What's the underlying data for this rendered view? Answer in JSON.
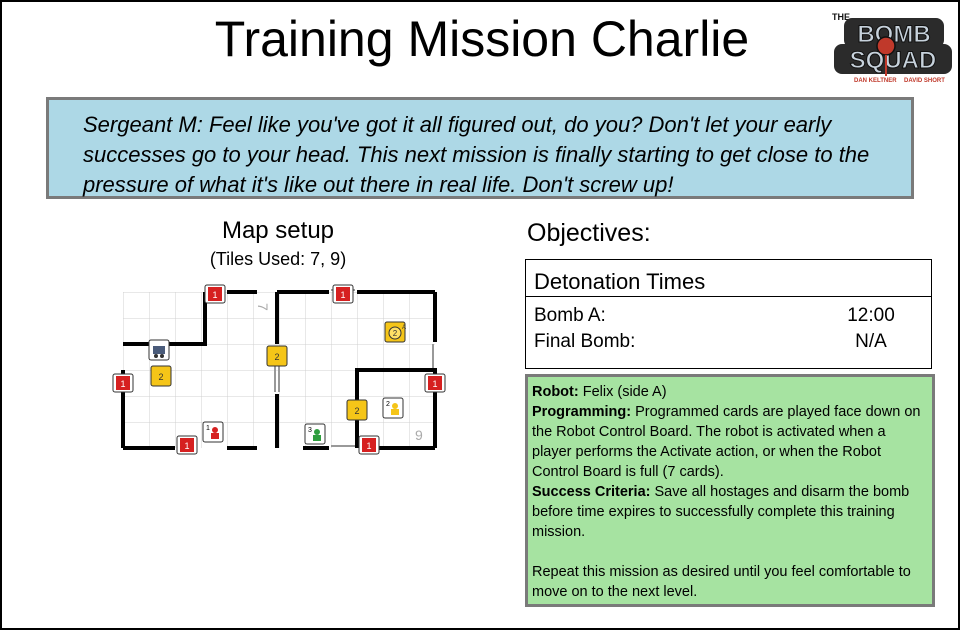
{
  "header": {
    "title": "Training Mission Charlie",
    "logo": {
      "top": "THE",
      "line1": "BOMB",
      "line2": "SQUAD",
      "credit_left": "DAN KELTNER",
      "credit_right": "DAVID SHORT"
    }
  },
  "quote": "Sergeant M: Feel like you've got it all figured out, do you? Don't let your early successes go to your head. This next mission is finally starting to get close to the pressure of what it's like out there in real life. Don't screw up!",
  "map": {
    "title": "Map setup",
    "tiles_used": "(Tiles Used: 7, 9)",
    "tile_numbers": [
      "7",
      "9"
    ],
    "door_token": "1",
    "hostage_numbers": [
      "1",
      "3",
      "2"
    ],
    "bomb_label": "2",
    "bomb_marker": "A",
    "wire_label": "2"
  },
  "objectives": {
    "title": "Objectives:",
    "detonation_header": "Detonation Times",
    "rows": [
      {
        "label": "Bomb A:",
        "value": "12:00"
      },
      {
        "label": "Final Bomb:",
        "value": "N/A"
      }
    ]
  },
  "rules": {
    "robot_label": "Robot:",
    "robot_value": " Felix (side A)",
    "programming_label": "Programming:",
    "programming_value": " Programmed cards are played face down on the Robot Control Board. The robot is activated when a player performs the Activate action, or when the Robot Control Board is full (7 cards).",
    "success_label": "Success Criteria:",
    "success_value": " Save all hostages and disarm the bomb before time expires to successfully complete this training mission.",
    "closing": "Repeat this mission as desired until you feel comfortable to move on to the next level."
  }
}
